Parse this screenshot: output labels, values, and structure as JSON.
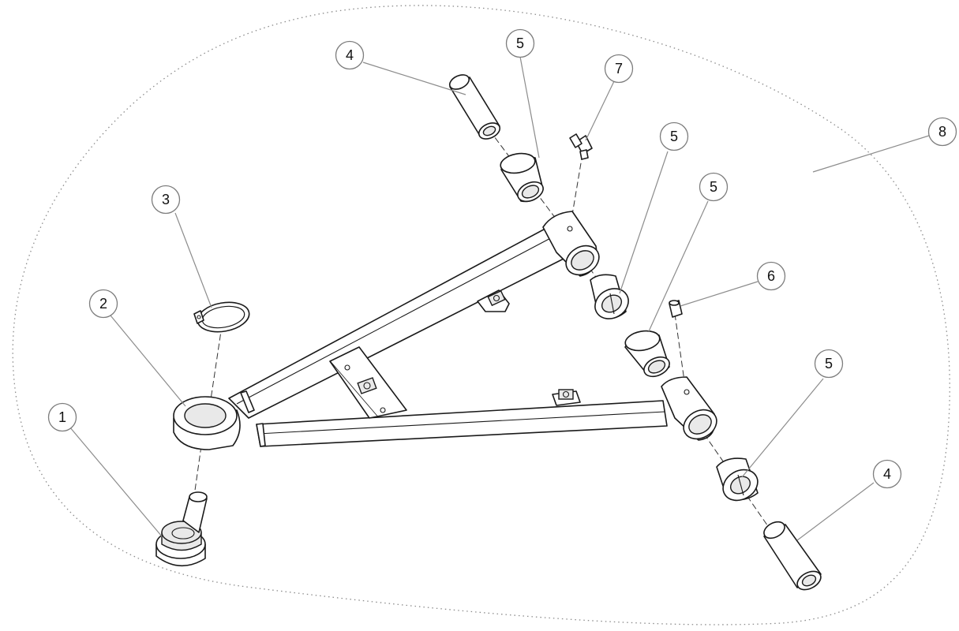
{
  "callouts": [
    {
      "id": "c1",
      "label": "1",
      "part": "ball-joint"
    },
    {
      "id": "c2",
      "label": "2",
      "part": "ball-joint-housing"
    },
    {
      "id": "c3",
      "label": "3",
      "part": "retaining-ring"
    },
    {
      "id": "c4a",
      "label": "4",
      "part": "pivot-sleeve"
    },
    {
      "id": "c4b",
      "label": "4",
      "part": "pivot-sleeve"
    },
    {
      "id": "c5a",
      "label": "5",
      "part": "bushing"
    },
    {
      "id": "c5b",
      "label": "5",
      "part": "bushing"
    },
    {
      "id": "c5c",
      "label": "5",
      "part": "bushing"
    },
    {
      "id": "c5d",
      "label": "5",
      "part": "bushing"
    },
    {
      "id": "c6",
      "label": "6",
      "part": "grease-fitting-straight"
    },
    {
      "id": "c7",
      "label": "7",
      "part": "grease-fitting-angled"
    },
    {
      "id": "c8",
      "label": "8",
      "part": "a-arm-assembly"
    }
  ],
  "colors": {
    "line": "#1a1a1a",
    "leader": "#8c8c8c",
    "callout_border": "#7d7d7d",
    "background": "#ffffff"
  }
}
